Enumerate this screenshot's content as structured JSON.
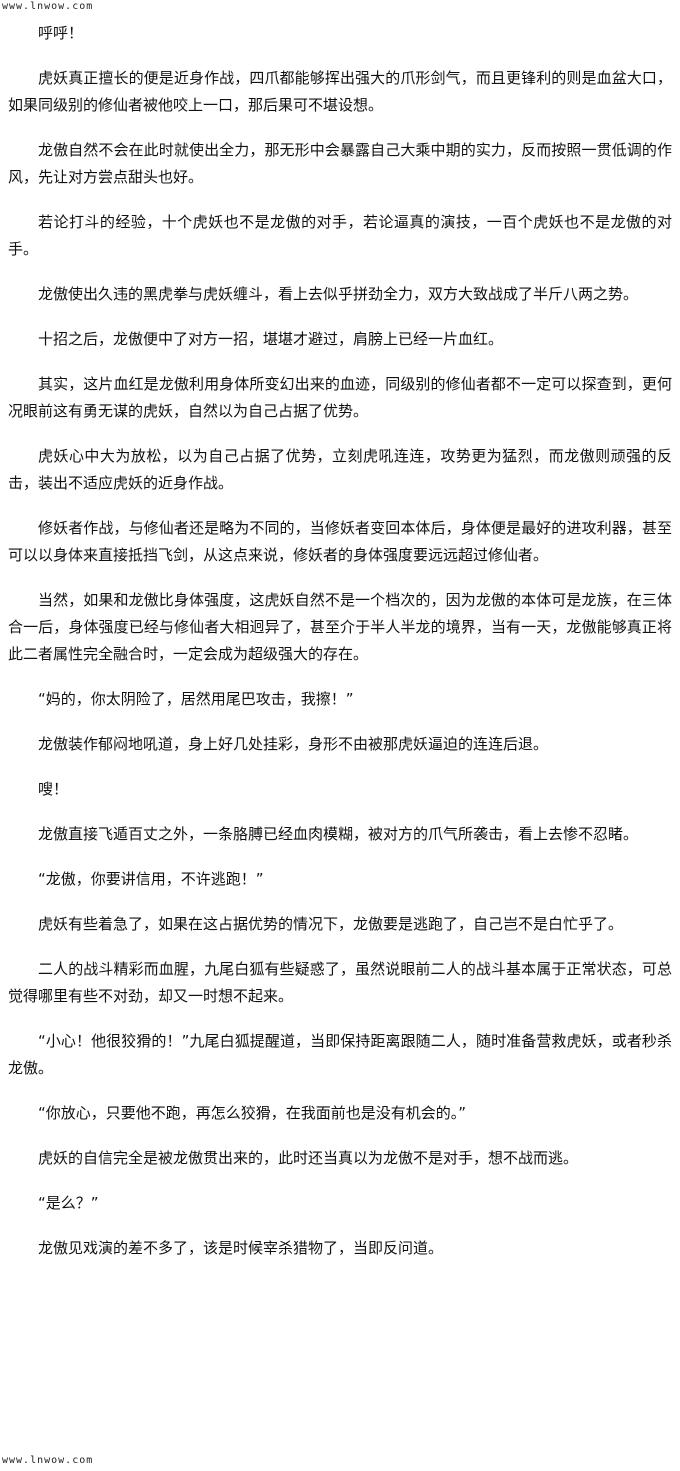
{
  "watermark": {
    "top": "www.lnwow.com",
    "bottom": "www.lnwow.com"
  },
  "paragraphs": [
    "呼呼！",
    "虎妖真正擅长的便是近身作战，四爪都能够挥出强大的爪形剑气，而且更锋利的则是血盆大口，如果同级别的修仙者被他咬上一口，那后果可不堪设想。",
    "龙傲自然不会在此时就使出全力，那无形中会暴露自己大乘中期的实力，反而按照一贯低调的作风，先让对方尝点甜头也好。",
    "若论打斗的经验，十个虎妖也不是龙傲的对手，若论逼真的演技，一百个虎妖也不是龙傲的对手。",
    "龙傲使出久违的黑虎拳与虎妖缠斗，看上去似乎拼劲全力，双方大致战成了半斤八两之势。",
    "十招之后，龙傲便中了对方一招，堪堪才避过，肩膀上已经一片血红。",
    "其实，这片血红是龙傲利用身体所变幻出来的血迹，同级别的修仙者都不一定可以探查到，更何况眼前这有勇无谋的虎妖，自然以为自己占据了优势。",
    "虎妖心中大为放松，以为自己占据了优势，立刻虎吼连连，攻势更为猛烈，而龙傲则顽强的反击，装出不适应虎妖的近身作战。",
    "修妖者作战，与修仙者还是略为不同的，当修妖者变回本体后，身体便是最好的进攻利器，甚至可以以身体来直接抵挡飞剑，从这点来说，修妖者的身体强度要远远超过修仙者。",
    "当然，如果和龙傲比身体强度，这虎妖自然不是一个档次的，因为龙傲的本体可是龙族，在三体合一后，身体强度已经与修仙者大相迥异了，甚至介于半人半龙的境界，当有一天，龙傲能够真正将此二者属性完全融合时，一定会成为超级强大的存在。",
    "“妈的，你太阴险了，居然用尾巴攻击，我擦！”",
    "龙傲装作郁闷地吼道，身上好几处挂彩，身形不由被那虎妖逼迫的连连后退。",
    "嗖！",
    "龙傲直接飞遁百丈之外，一条胳膊已经血肉模糊，被对方的爪气所袭击，看上去惨不忍睹。",
    "“龙傲，你要讲信用，不许逃跑！”",
    "虎妖有些着急了，如果在这占据优势的情况下，龙傲要是逃跑了，自己岂不是白忙乎了。",
    "二人的战斗精彩而血腥，九尾白狐有些疑惑了，虽然说眼前二人的战斗基本属于正常状态，可总觉得哪里有些不对劲，却又一时想不起来。",
    "“小心！他很狡猾的！”九尾白狐提醒道，当即保持距离跟随二人，随时准备营救虎妖，或者秒杀龙傲。",
    "“你放心，只要他不跑，再怎么狡猾，在我面前也是没有机会的。”",
    "虎妖的自信完全是被龙傲贯出来的，此时还当真以为龙傲不是对手，想不战而逃。",
    "“是么？”",
    "龙傲见戏演的差不多了，该是时候宰杀猎物了，当即反问道。"
  ]
}
